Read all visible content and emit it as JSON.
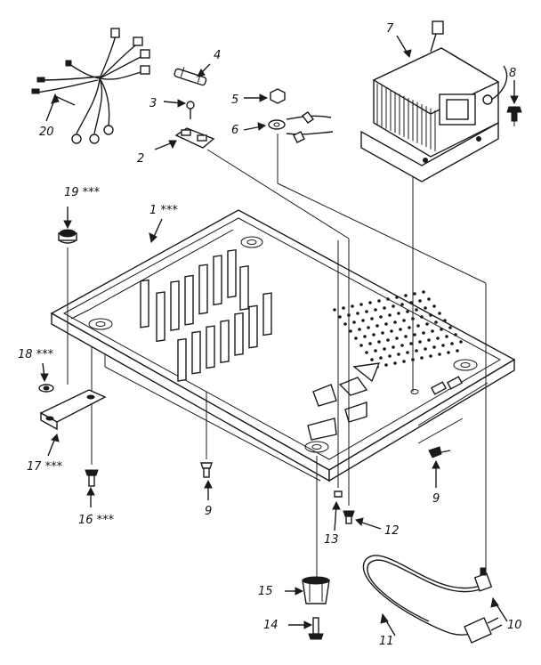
{
  "callouts": [
    {
      "id": "c1",
      "text": "1 ***"
    },
    {
      "id": "c2",
      "text": "2"
    },
    {
      "id": "c3",
      "text": "3"
    },
    {
      "id": "c4",
      "text": "4"
    },
    {
      "id": "c5",
      "text": "5"
    },
    {
      "id": "c6",
      "text": "6"
    },
    {
      "id": "c7",
      "text": "7"
    },
    {
      "id": "c8",
      "text": "8"
    },
    {
      "id": "c9a",
      "text": "9"
    },
    {
      "id": "c9b",
      "text": "9"
    },
    {
      "id": "c10",
      "text": "10"
    },
    {
      "id": "c11",
      "text": "11"
    },
    {
      "id": "c12",
      "text": "12"
    },
    {
      "id": "c13",
      "text": "13"
    },
    {
      "id": "c14",
      "text": "14"
    },
    {
      "id": "c15",
      "text": "15"
    },
    {
      "id": "c16",
      "text": "16 ***"
    },
    {
      "id": "c17",
      "text": "17 ***"
    },
    {
      "id": "c18",
      "text": "18 ***"
    },
    {
      "id": "c19",
      "text": "19 ***"
    },
    {
      "id": "c20",
      "text": "20"
    }
  ]
}
